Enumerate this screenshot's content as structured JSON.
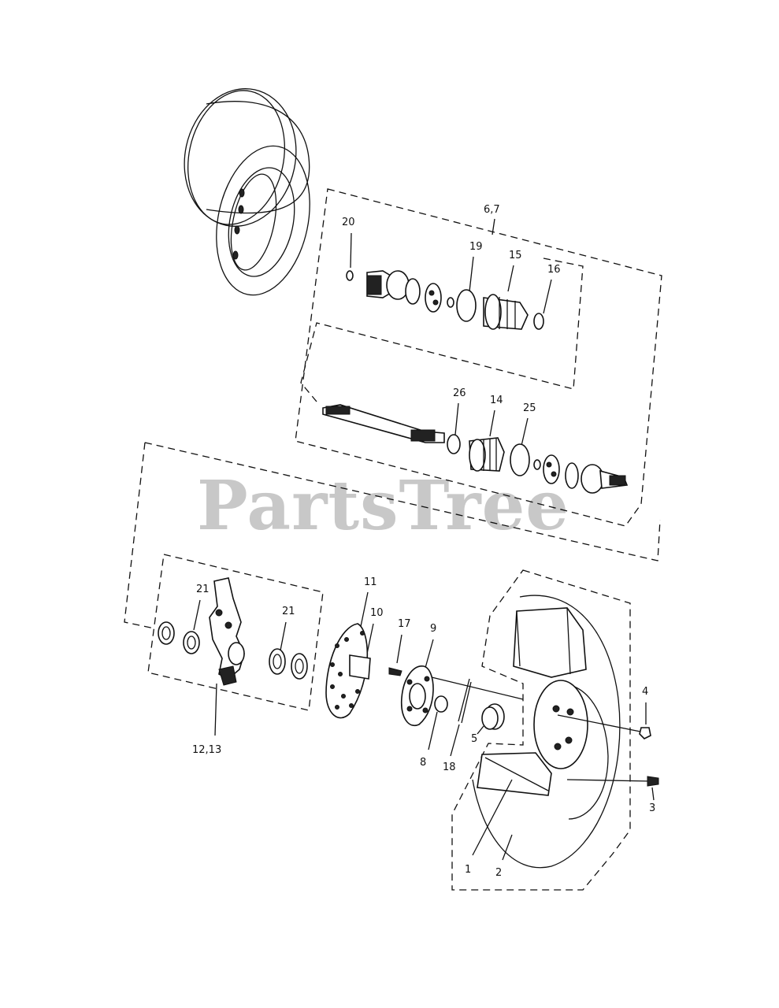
{
  "watermark": "PartsTree",
  "callouts": {
    "c_67": "6,7",
    "c_20": "20",
    "c_19": "19",
    "c_15": "15",
    "c_16": "16",
    "c_26": "26",
    "c_14": "14",
    "c_25": "25",
    "c_21a": "21",
    "c_21b": "21",
    "c_11": "11",
    "c_10": "10",
    "c_17": "17",
    "c_9": "9",
    "c_4": "4",
    "c_1213": "12,13",
    "c_8": "8",
    "c_18": "18",
    "c_5": "5",
    "c_3": "3",
    "c_1": "1",
    "c_2": "2"
  }
}
